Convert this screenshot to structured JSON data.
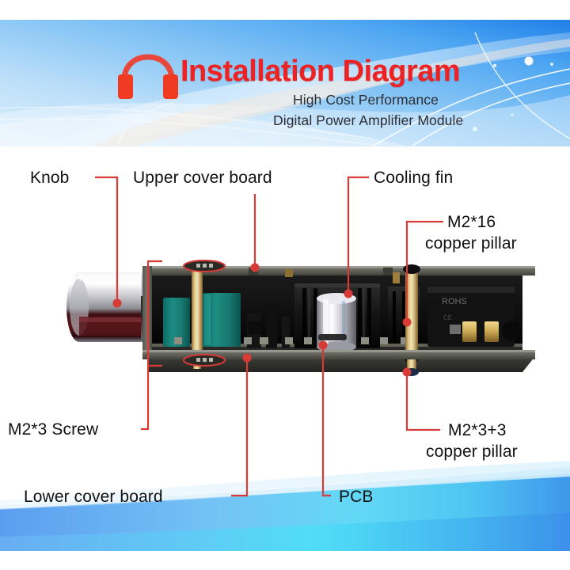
{
  "banner": {
    "title": "Installation Diagram",
    "subtitle_line1": "High Cost Performance",
    "subtitle_line2": "Digital Power Amplifier Module",
    "icon": "headphone-icon",
    "title_color": "#ee2222",
    "bg_color_top_right": "#2a8bf2",
    "bg_color_left": "#a9d6f7"
  },
  "callouts": [
    {
      "id": "knob",
      "label": "Knob"
    },
    {
      "id": "upper-cover-board",
      "label": "Upper cover board"
    },
    {
      "id": "cooling-fin",
      "label": "Cooling fin"
    },
    {
      "id": "m2x16-pillar",
      "label_line1": "M2*16",
      "label_line2": "copper pillar"
    },
    {
      "id": "m2x3-screw",
      "label": "M2*3 Screw"
    },
    {
      "id": "lower-cover-board",
      "label": "Lower cover board"
    },
    {
      "id": "pcb",
      "label": "PCB"
    },
    {
      "id": "m2x3p3-pillar",
      "label_line1": "M2*3+3",
      "label_line2": "copper pillar"
    }
  ],
  "leader_color": "#d83a36",
  "product": {
    "name": "digital-power-amplifier-module",
    "connector_marking": "ROHS",
    "parts": [
      "knob",
      "upper-cover-board",
      "lower-cover-board",
      "pcb",
      "cooling-fin",
      "electrolytic-capacitor",
      "green-capacitor",
      "copper-pillar",
      "terminal-block",
      "screw"
    ]
  }
}
